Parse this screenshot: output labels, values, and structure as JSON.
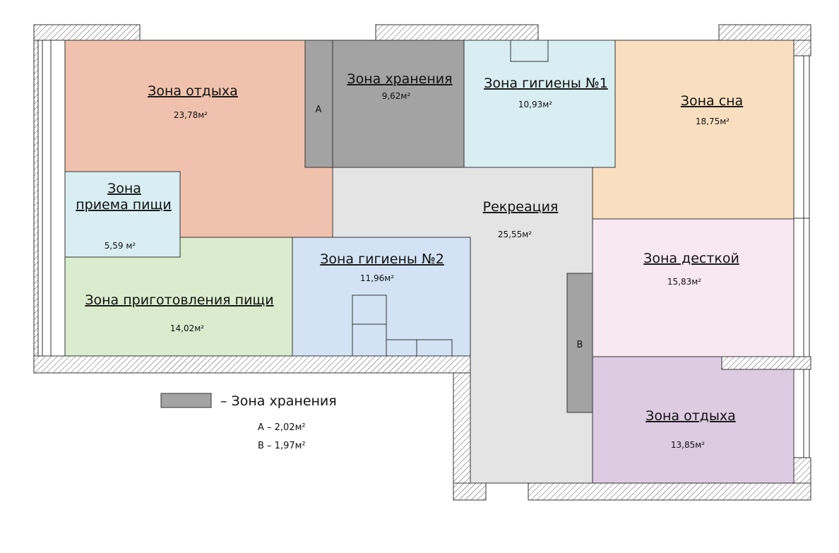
{
  "zones": {
    "rest_main": {
      "title": "Зона отдыха",
      "area": "23,78м²",
      "color": "#f0c2ae"
    },
    "storage": {
      "title": "Зона хранения",
      "area": "9,62м²",
      "color": "#a3a3a3"
    },
    "hygiene1": {
      "title": "Зона гигиены №1",
      "area": "10,93м²",
      "color": "#d8eef3"
    },
    "sleep": {
      "title": "Зона сна",
      "area": "18,75м²",
      "color": "#f9dfc0"
    },
    "dining": {
      "title_line1": "Зона",
      "title_line2": "приема пищи",
      "area": "5,59 м²",
      "color": "#d8eef3"
    },
    "recreation": {
      "title": "Рекреация",
      "area": "25,55м²",
      "color": "#e4e4e4"
    },
    "hygiene2": {
      "title": "Зона гигиены №2",
      "area": "11,96м²",
      "color": "#d3e3f5"
    },
    "kids": {
      "title": "Зона десткой",
      "area": "15,83м²",
      "color": "#f8e8f2"
    },
    "cooking": {
      "title": "Зона приготовления пищи",
      "area": "14,02м²",
      "color": "#d9eccd"
    },
    "rest_second": {
      "title": "Зона отдыха",
      "area": "13,85м²",
      "color": "#ddcbe2"
    }
  },
  "storage_tags": {
    "a": "A",
    "b": "B",
    "color": "#a3a3a3"
  },
  "legend": {
    "text": "– Зона хранения",
    "item_a": "А – 2,02м²",
    "item_b": "В – 1,97м²"
  },
  "colors": {
    "wall_line": "#333333",
    "hatch": "#555555"
  }
}
